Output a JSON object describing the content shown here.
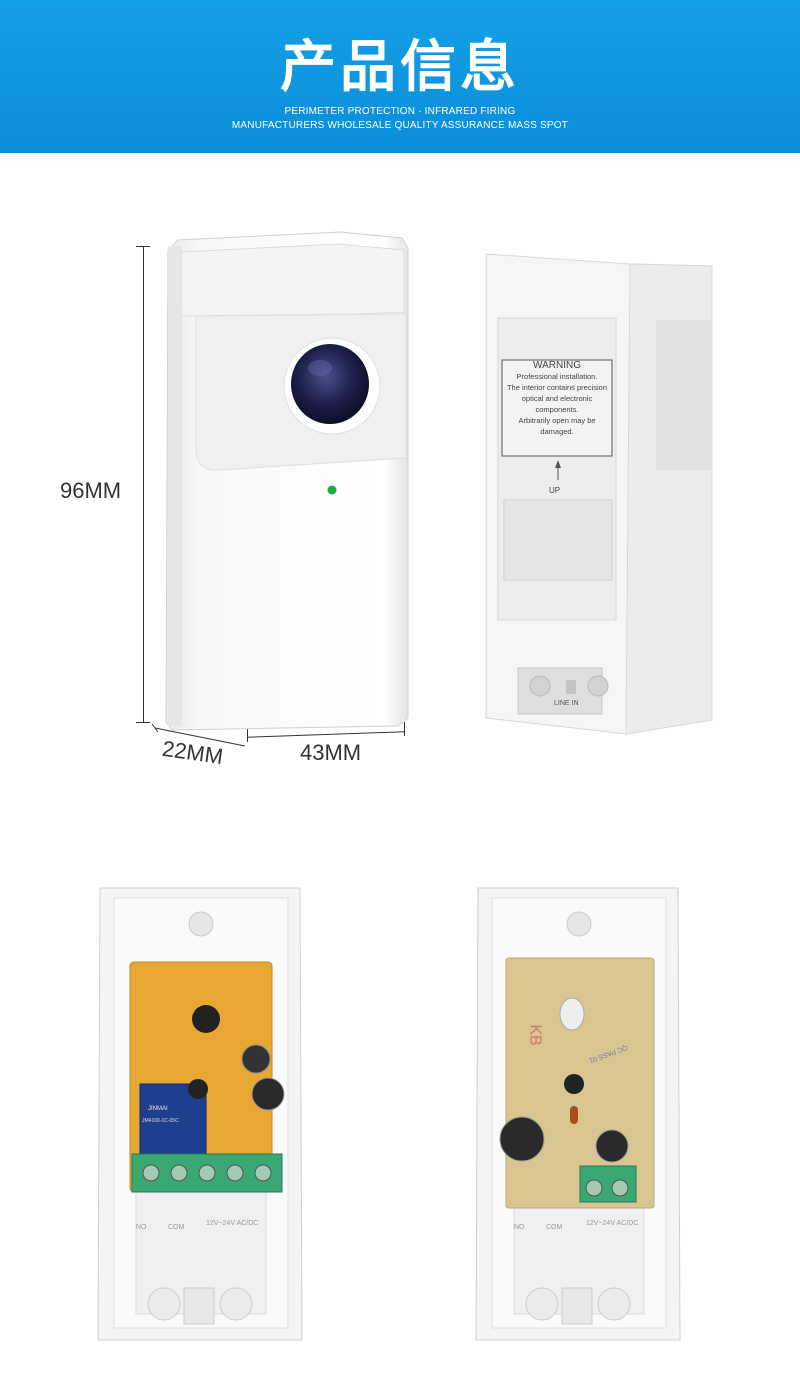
{
  "banner": {
    "title": "产品信息",
    "subtitle_line1": "PERIMETER PROTECTION · INFRARED FIRING",
    "subtitle_line2": "MANUFACTURERS WHOLESALE QUALITY ASSURANCE MASS SPOT"
  },
  "dimensions": {
    "height": "96MM",
    "depth": "22MM",
    "width": "43MM"
  },
  "back_label": {
    "warning": "WARNING",
    "line1": "Professional installation.",
    "line2": "The interior contains precision",
    "line3": "optical and electronic components.",
    "line4": "Arbitrarily open may be damaged.",
    "up": "UP",
    "line_in": "LINE IN"
  },
  "board_left": {
    "relay_brand": "JINMAI",
    "relay_model": "JM4100-1C-05C",
    "terminal_label": "12V~24V AC/DC",
    "terminal_left": "NO",
    "terminal_com": "COM"
  },
  "board_right": {
    "kb_mark": "KB",
    "qc_mark": "QC PASS 01",
    "terminal_label": "12V~24V AC/DC",
    "terminal_left": "NO",
    "terminal_com": "COM"
  },
  "colors": {
    "banner": "#0a8ed9",
    "pcb_left": "#e8a632",
    "pcb_right": "#d8c58f",
    "terminal": "#3aa873",
    "lens": "#1c1f4a"
  }
}
